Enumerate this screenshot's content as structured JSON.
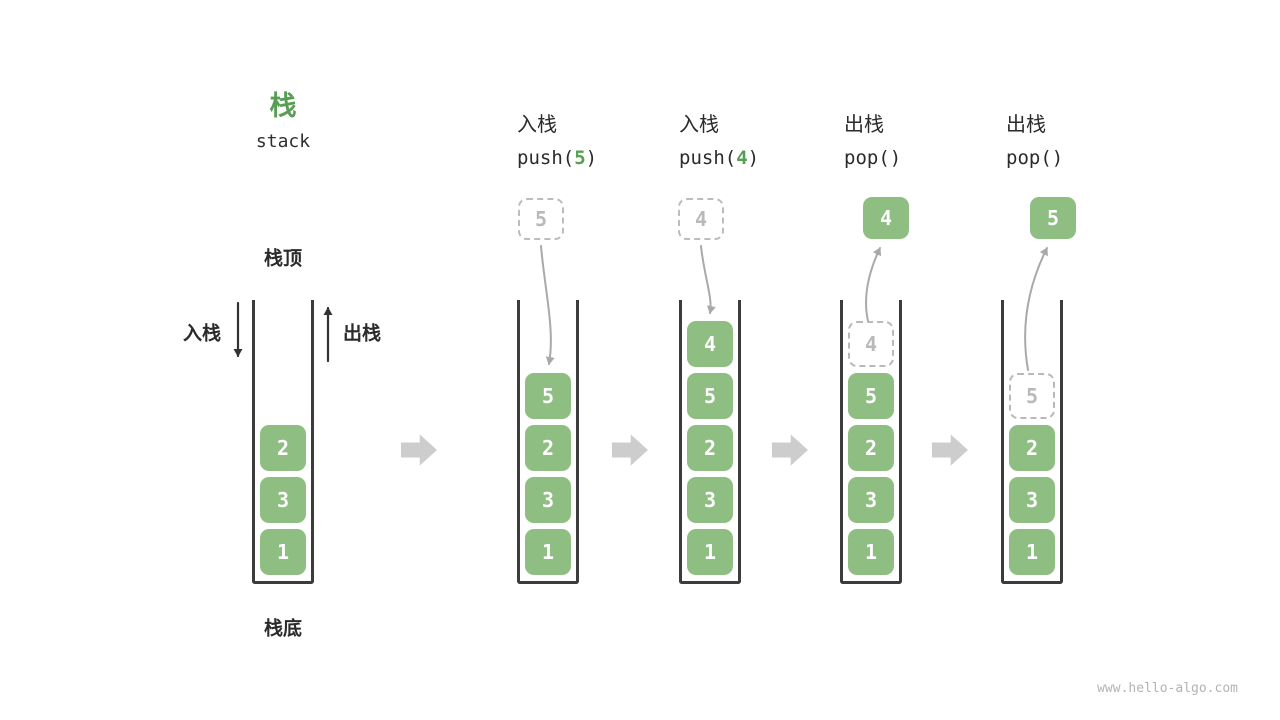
{
  "title": {
    "zh": "栈",
    "en": "stack"
  },
  "labels": {
    "top": "栈顶",
    "bottom": "栈底",
    "push": "入栈",
    "pop": "出栈"
  },
  "watermark": "www.hello-algo.com",
  "colors": {
    "block_green": "#8fbe82",
    "accent_green": "#569e52",
    "ghost_gray": "#b9b9b9",
    "arrow_gray": "#a9a9a9",
    "step_arrow_gray": "#cdcdcd",
    "outline_dark": "#3c3c3c"
  },
  "steps": [
    {
      "name": "initial",
      "blocks": [
        "2",
        "3",
        "1"
      ]
    },
    {
      "name": "push-5",
      "op_label": "入栈",
      "code_pre": "push(",
      "code_arg": "5",
      "code_post": ")",
      "float_value": "5",
      "float_style": "dashed",
      "blocks": [
        "5",
        "2",
        "3",
        "1"
      ]
    },
    {
      "name": "push-4",
      "op_label": "入栈",
      "code_pre": "push(",
      "code_arg": "4",
      "code_post": ")",
      "float_value": "4",
      "float_style": "dashed",
      "blocks": [
        "4",
        "5",
        "2",
        "3",
        "1"
      ]
    },
    {
      "name": "pop-4",
      "op_label": "出栈",
      "code_pre": "pop(",
      "code_arg": "",
      "code_post": ")",
      "float_value": "4",
      "float_style": "solid",
      "ghost": "4",
      "blocks": [
        "5",
        "2",
        "3",
        "1"
      ]
    },
    {
      "name": "pop-5",
      "op_label": "出栈",
      "code_pre": "pop(",
      "code_arg": "",
      "code_post": ")",
      "float_value": "5",
      "float_style": "solid",
      "ghost": "5",
      "blocks": [
        "2",
        "3",
        "1"
      ]
    }
  ]
}
